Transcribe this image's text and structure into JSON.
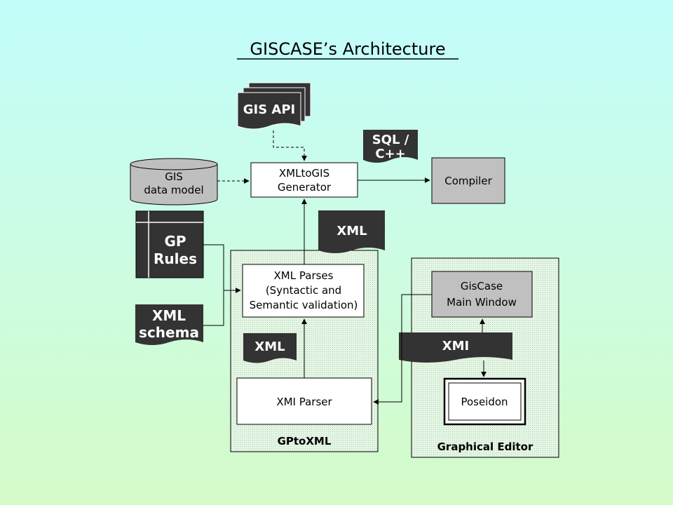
{
  "title": "GISCASE’s Architecture",
  "nodes": {
    "gis_api": "GIS API",
    "sql_cpp": [
      "SQL /",
      "C++"
    ],
    "gis_data_model": [
      "GIS",
      "data model"
    ],
    "xmltogis": [
      "XMLtoGIS",
      "Generator"
    ],
    "compiler": "Compiler",
    "gp_rules": [
      "GP",
      "Rules"
    ],
    "xml_schema": [
      "XML",
      "schema"
    ],
    "xml_top": "XML",
    "xml_parses": [
      "XML Parses",
      "(Syntactic and",
      "Semantic validation)"
    ],
    "xml_mid": "XML",
    "xmi_parser": "XMI Parser",
    "gptoxml": "GPtoXML",
    "giscase_main": [
      "GisCase",
      "Main Window"
    ],
    "xmi": "XMI",
    "poseidon": "Poseidon",
    "graphical_editor": "Graphical Editor"
  },
  "colors": {
    "dark_doc": "#333333",
    "light_box": "#e3f8e3",
    "grey_box": "#c0c0c0"
  }
}
